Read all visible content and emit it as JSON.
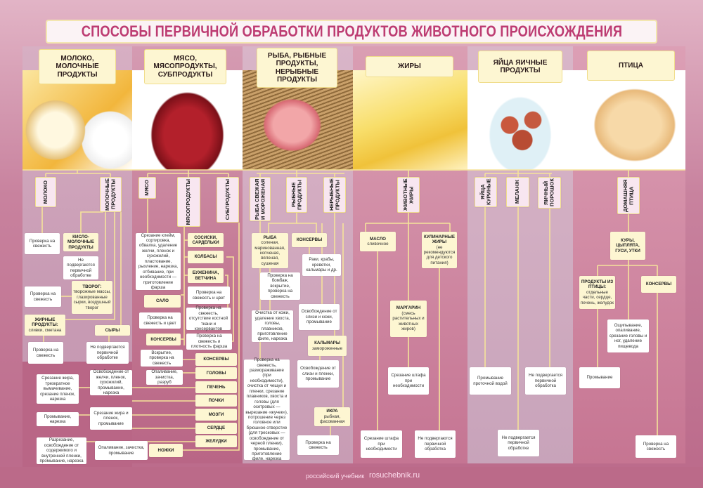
{
  "title": "СПОСОБЫ ПЕРВИЧНОЙ ОБРАБОТКИ ПРОДУКТОВ ЖИВОТНОГО ПРОИСХОЖДЕНИЯ",
  "headers": {
    "milk": "МОЛОКО, МОЛОЧНЫЕ ПРОДУКТЫ",
    "meat": "МЯСО, МЯСОПРОДУКТЫ, СУБПРОДУКТЫ",
    "fish": "РЫБА, РЫБНЫЕ ПРОДУКТЫ, НЕРЫБНЫЕ ПРОДУКТЫ",
    "fats": "ЖИРЫ",
    "eggs": "ЯЙЦА ЯИЧНЫЕ ПРОДУКТЫ",
    "poultry": "ПТИЦА"
  },
  "milk": [
    {
      "t": "МОЛОКО"
    },
    {
      "t": "МОЛОЧНЫЕ ПРОДУКТЫ"
    },
    {
      "d": "Проверка на свежесть"
    },
    {
      "t": "КИСЛО-МОЛОЧНЫЕ ПРОДУКТЫ"
    },
    {
      "d": "Не подвергаются первичной обработке"
    },
    {
      "d": "Проверка на свежесть"
    },
    {
      "t": "ТВОРОГ:",
      "d": "творожные массы, глазированные сырки, воздушный творог"
    },
    {
      "t": "ЖИРНЫЕ ПРОДУКТЫ:",
      "d": "сливки, сметана"
    },
    {
      "t": "СЫРЫ"
    },
    {
      "d": "Проверка на свежесть"
    },
    {
      "d": "Не подвергаются первичной обработке"
    }
  ],
  "offal_actions": [
    {
      "d": "Освобождение от желчи, пленок, сухожилий, промывание, нарезка"
    },
    {
      "d": "Срезание жира, трехкратное вымачивание, срезание пленок, нарезка"
    },
    {
      "d": "Промывание, нарезка"
    },
    {
      "d": "Срезание жира и пленок, промывание"
    },
    {
      "d": "Разрезание, освобождение от содержимого и внутренней пленки, промывание, нарезка"
    },
    {
      "d": "Опаливание, зачистка, промывание"
    }
  ],
  "meat": [
    {
      "t": "МЯСО"
    },
    {
      "t": "МЯСОПРОДУКТЫ"
    },
    {
      "t": "СУБПРОДУКТЫ"
    },
    {
      "d": "Срезание клейм, сортировка, обвалка, удаление желчи, пленок и сухожилий, пластование, рыхление, нарезка, отбивание, при необходимости — приготовление фарша"
    },
    {
      "t": "СОСИСКИ, САРДЕЛЬКИ"
    },
    {
      "t": "КОЛБАСЫ"
    },
    {
      "t": "БУЖЕНИНА, ВЕТЧИНА"
    },
    {
      "d": "Проверка на свежесть и цвет"
    },
    {
      "t": "САЛО"
    },
    {
      "d": "Проверка на свежесть и цвет"
    },
    {
      "d": "Проверка на свежесть, отсутствие костной ткани и консервантов"
    },
    {
      "t": "КОНСЕРВЫ"
    },
    {
      "d": "Проверка на свежесть и плотность фарша"
    },
    {
      "d": "Вскрытие, проверка на свежесть"
    },
    {
      "t": "КОНСЕРВЫ"
    },
    {
      "d": "Опаливание, зачистка, разруб"
    },
    {
      "t": "ГОЛОВЫ"
    },
    {
      "t": "ПЕЧЕНЬ"
    },
    {
      "t": "ПОЧКИ"
    },
    {
      "t": "МОЗГИ"
    },
    {
      "t": "СЕРДЦЕ"
    },
    {
      "t": "ЖЕЛУДКИ"
    },
    {
      "t": "НОЖКИ"
    }
  ],
  "fish": [
    {
      "t": "РЫБА СВЕЖАЯ И МОРОЖЕНАЯ"
    },
    {
      "t": "РЫБНЫЕ ПРОДУКТЫ"
    },
    {
      "t": "НЕРЫБНЫЕ ПРОДУКТЫ"
    },
    {
      "t": "РЫБА",
      "d": "соленая, маринованная, копченая, вяленая, сушеная"
    },
    {
      "t": "КОНСЕРВЫ"
    },
    {
      "d": "Раки, крабы, креветки, кальмары и др."
    },
    {
      "d": "Проверка на бомбаж, вскрытие, проверка на свежесть"
    },
    {
      "d": "Очистка от кожи, удаление хвоста, головы, плавников, приготовление филе, нарезка"
    },
    {
      "d": "Освобождение от слизи и кожи, промывание"
    },
    {
      "t": "КАЛЬМАРЫ",
      "d": "замороженные"
    },
    {
      "d": "Проверка на свежесть, размораживание (при необходимости), очистка от чешуи и пленки, срезание плавников, хвоста и головы (для осетровых — вырезание «жучек»), потрошение через головное или брюшное отверстие (для тресковых — освобождение от черной пленки), промывание, приготовление филе, нарезка"
    },
    {
      "d": "Освобождение от слизи и пленки, промывание"
    },
    {
      "t": "ИКРА",
      "d": "рыбная, фасованная"
    },
    {
      "d": "Проверка на свежесть"
    }
  ],
  "fats": [
    {
      "t": "ЖИВОТНЫЕ ЖИРЫ"
    },
    {
      "t": "МАСЛО",
      "d": "сливочное"
    },
    {
      "t": "КУЛИНАРНЫЕ ЖИРЫ",
      "d": "(не рекомендуются для детского питания)"
    },
    {
      "t": "МАРГАРИН",
      "d": "(смесь растительных и животных жиров)"
    },
    {
      "d": "Срезание штафа при необходимости"
    },
    {
      "d": "Срезание штафа при необходимости"
    },
    {
      "d": "Не подвергаются первичной обработка"
    }
  ],
  "eggs": [
    {
      "t": "ЯЙЦА КУРИНЫЕ"
    },
    {
      "t": "МЕЛАНЖ"
    },
    {
      "t": "ЯИЧНЫЙ ПОРОШОК"
    },
    {
      "d": "Промывание проточной водой"
    },
    {
      "d": "Не подвергается первичной обработка"
    },
    {
      "d": "Не подвергается первичной обработке"
    }
  ],
  "poultry": [
    {
      "t": "ДОМАШНЯЯ ПТИЦА"
    },
    {
      "t": "КУРЫ, ЦЫПЛЯТА, ГУСИ, УТКИ"
    },
    {
      "t": "ПРОДУКТЫ ИЗ ПТИЦЫ:",
      "d": "отдельные части, сердце, печень, желудок"
    },
    {
      "t": "КОНСЕРВЫ"
    },
    {
      "d": "Ощипывание, опаливание, срезание головы и ног, удаление пищевода"
    },
    {
      "d": "Промывание"
    },
    {
      "d": "Проверка на свежесть"
    }
  ],
  "footer": {
    "publisher": "российский учебник",
    "site": "rosuchebnik.ru"
  },
  "colors": {
    "title": "#bd3c72",
    "line": "#f5e39a",
    "cream": "#fdf6d2"
  }
}
